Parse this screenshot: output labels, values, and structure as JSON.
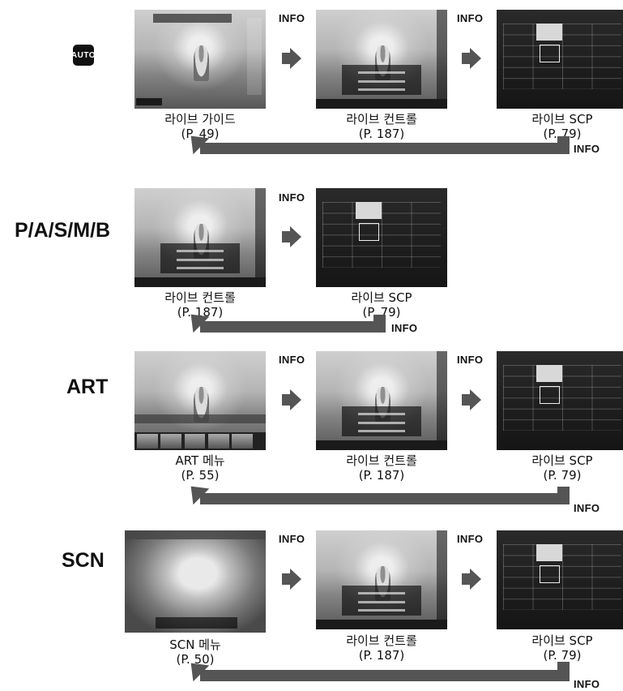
{
  "modes": {
    "auto_icon": "AUTO",
    "pasmb": "P/A/S/M/B",
    "art": "ART",
    "scn": "SCN"
  },
  "info_label": "INFO",
  "captions": {
    "live_guide": {
      "title": "라이브 가이드",
      "page": "(P. 49)"
    },
    "live_control": {
      "title": "라이브 컨트롤",
      "page": "(P. 187)"
    },
    "live_scp": {
      "title": "라이브 SCP",
      "page": "(P. 79)"
    },
    "art_menu": {
      "title": "ART 메뉴",
      "page": "(P. 55)"
    },
    "scn_menu": {
      "title": "SCN 메뉴",
      "page": "(P. 50)"
    }
  },
  "icons": {
    "flow_arrow": "arrow-right-icon",
    "return_arrow": "arrow-up-left-icon"
  },
  "colors": {
    "arrow": "#555555",
    "text": "#111111"
  }
}
